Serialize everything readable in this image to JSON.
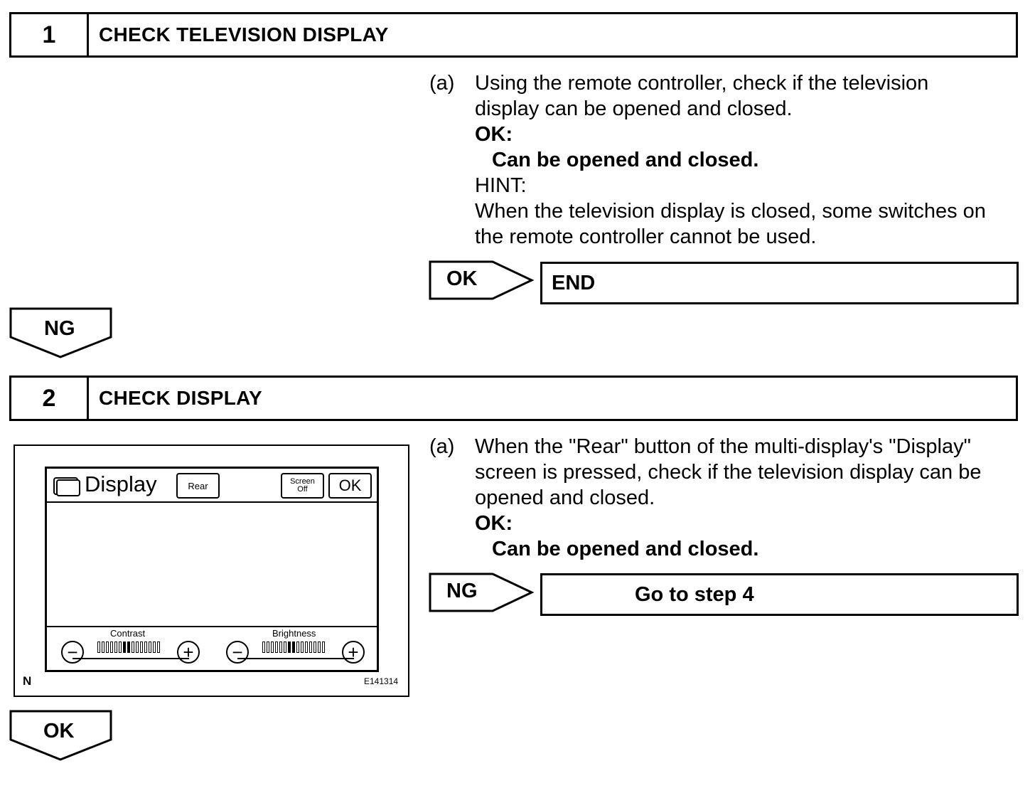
{
  "step1": {
    "number": "1",
    "title": "CHECK TELEVISION DISPLAY",
    "item_label": "(a)",
    "instruction_lines": [
      "Using the remote controller, check if the television",
      "display can be opened and closed."
    ],
    "ok_label": "OK:",
    "ok_condition": "Can be opened and closed.",
    "hint_label": "HINT:",
    "hint_lines": [
      "When the television display is closed, some switches on",
      "the remote controller cannot be used."
    ],
    "ok_arrow_label": "OK",
    "ok_result": "END",
    "ng_arrow_label": "NG"
  },
  "step2": {
    "number": "2",
    "title": "CHECK DISPLAY",
    "item_label": "(a)",
    "instruction_lines": [
      "When the \"Rear\" button of the multi-display's \"Display\"",
      "screen is pressed, check if the television display can be",
      "opened and closed."
    ],
    "ok_label": "OK:",
    "ok_condition": "Can be opened and closed.",
    "ng_arrow_label": "NG",
    "ng_result": "Go to step 4",
    "ok_arrow_label": "OK"
  },
  "figure": {
    "screen_title": "Display",
    "rear_button": "Rear",
    "screen_off_line1": "Screen",
    "screen_off_line2": "Off",
    "ok_button": "OK",
    "contrast_label": "Contrast",
    "brightness_label": "Brightness",
    "minus_symbol": "−",
    "plus_symbol": "+",
    "contrast_level": 0.5,
    "brightness_level": 0.5,
    "corner_letter": "N",
    "figure_id": "E141314"
  }
}
